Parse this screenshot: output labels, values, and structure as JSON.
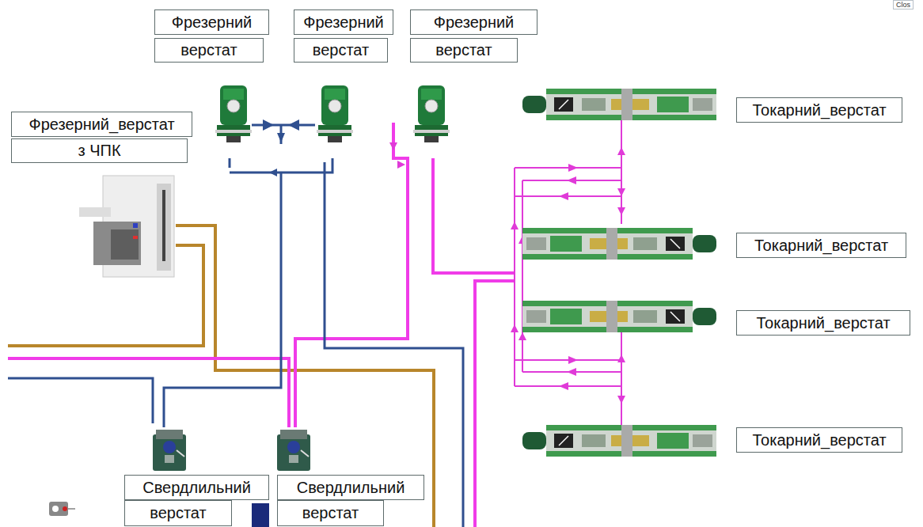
{
  "diagram": {
    "nodes": [
      {
        "text": [
          "Фрезерний"
        ]
      },
      {
        "text": [
          "Фрезерний"
        ]
      },
      {
        "text": [
          "Фрезерний"
        ]
      },
      {
        "text": [
          "верстат"
        ]
      },
      {
        "text": [
          "верстат"
        ]
      },
      {
        "text": [
          "верстат"
        ]
      },
      {
        "text": [
          "Фрезерний_верстат"
        ]
      },
      {
        "text": [
          "з ЧПК"
        ]
      },
      {
        "text": [
          "Токарний_верстат"
        ]
      },
      {
        "text": [
          "Токарний_верстат"
        ]
      },
      {
        "text": [
          "Токарний_верстат"
        ]
      },
      {
        "text": [
          "Токарний_верстат"
        ]
      },
      {
        "text": [
          "Свердлильний"
        ]
      },
      {
        "text": [
          "верстат"
        ]
      },
      {
        "text": [
          "Свердлильний"
        ]
      },
      {
        "text": [
          "верстат"
        ]
      }
    ],
    "labels": [
      "Clos"
    ]
  }
}
